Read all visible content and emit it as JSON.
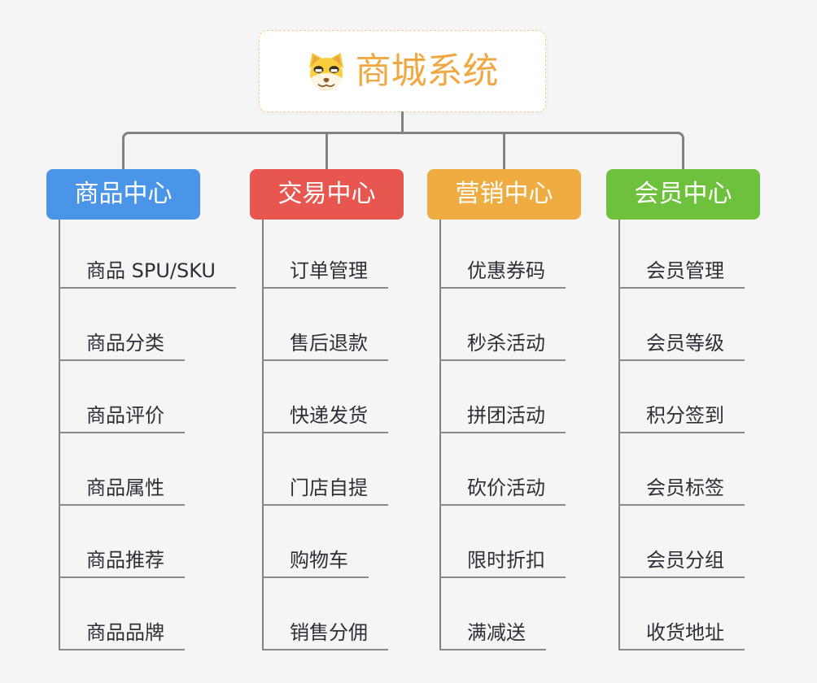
{
  "root": {
    "title": "商城系统",
    "icon": "dog-face-icon",
    "title_color": "#F0A843",
    "border_color": "#F2CD92"
  },
  "colors": {
    "background": "#F5F5F6",
    "connector_line": "#828282",
    "item_underline": "#8A8A8A",
    "item_text": "#2E3038"
  },
  "branches": [
    {
      "label": "商品中心",
      "color": "#4B95E9",
      "items": [
        "商品 SPU/SKU",
        "商品分类",
        "商品评价",
        "商品属性",
        "商品推荐",
        "商品品牌"
      ]
    },
    {
      "label": "交易中心",
      "color": "#E7564F",
      "items": [
        "订单管理",
        "售后退款",
        "快递发货",
        "门店自提",
        "购物车",
        "销售分佣"
      ]
    },
    {
      "label": "营销中心",
      "color": "#EFAC40",
      "items": [
        "优惠券码",
        "秒杀活动",
        "拼团活动",
        "砍价活动",
        "限时折扣",
        "满减送"
      ]
    },
    {
      "label": "会员中心",
      "color": "#6DC13C",
      "items": [
        "会员管理",
        "会员等级",
        "积分签到",
        "会员标签",
        "会员分组",
        "收货地址"
      ]
    }
  ]
}
